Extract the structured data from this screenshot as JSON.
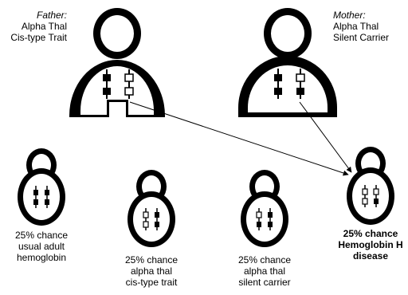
{
  "father": {
    "role": "Father:",
    "line1": "Alpha Thal",
    "line2": "Cis-type Trait"
  },
  "mother": {
    "role": "Mother:",
    "line1": "Alpha Thal",
    "line2": "Silent Carrier"
  },
  "children": [
    {
      "lines": [
        "25% chance",
        "usual adult",
        "hemoglobin"
      ],
      "highlight": false
    },
    {
      "lines": [
        "25% chance",
        "alpha thal",
        "cis-type trait"
      ],
      "highlight": false
    },
    {
      "lines": [
        "25% chance",
        "alpha thal",
        "silent carrier"
      ],
      "highlight": false
    },
    {
      "lines": [
        "25% chance",
        "Hemoglobin H",
        "disease"
      ],
      "highlight": true
    }
  ],
  "colors": {
    "ink": "#000000",
    "background": "#ffffff"
  }
}
